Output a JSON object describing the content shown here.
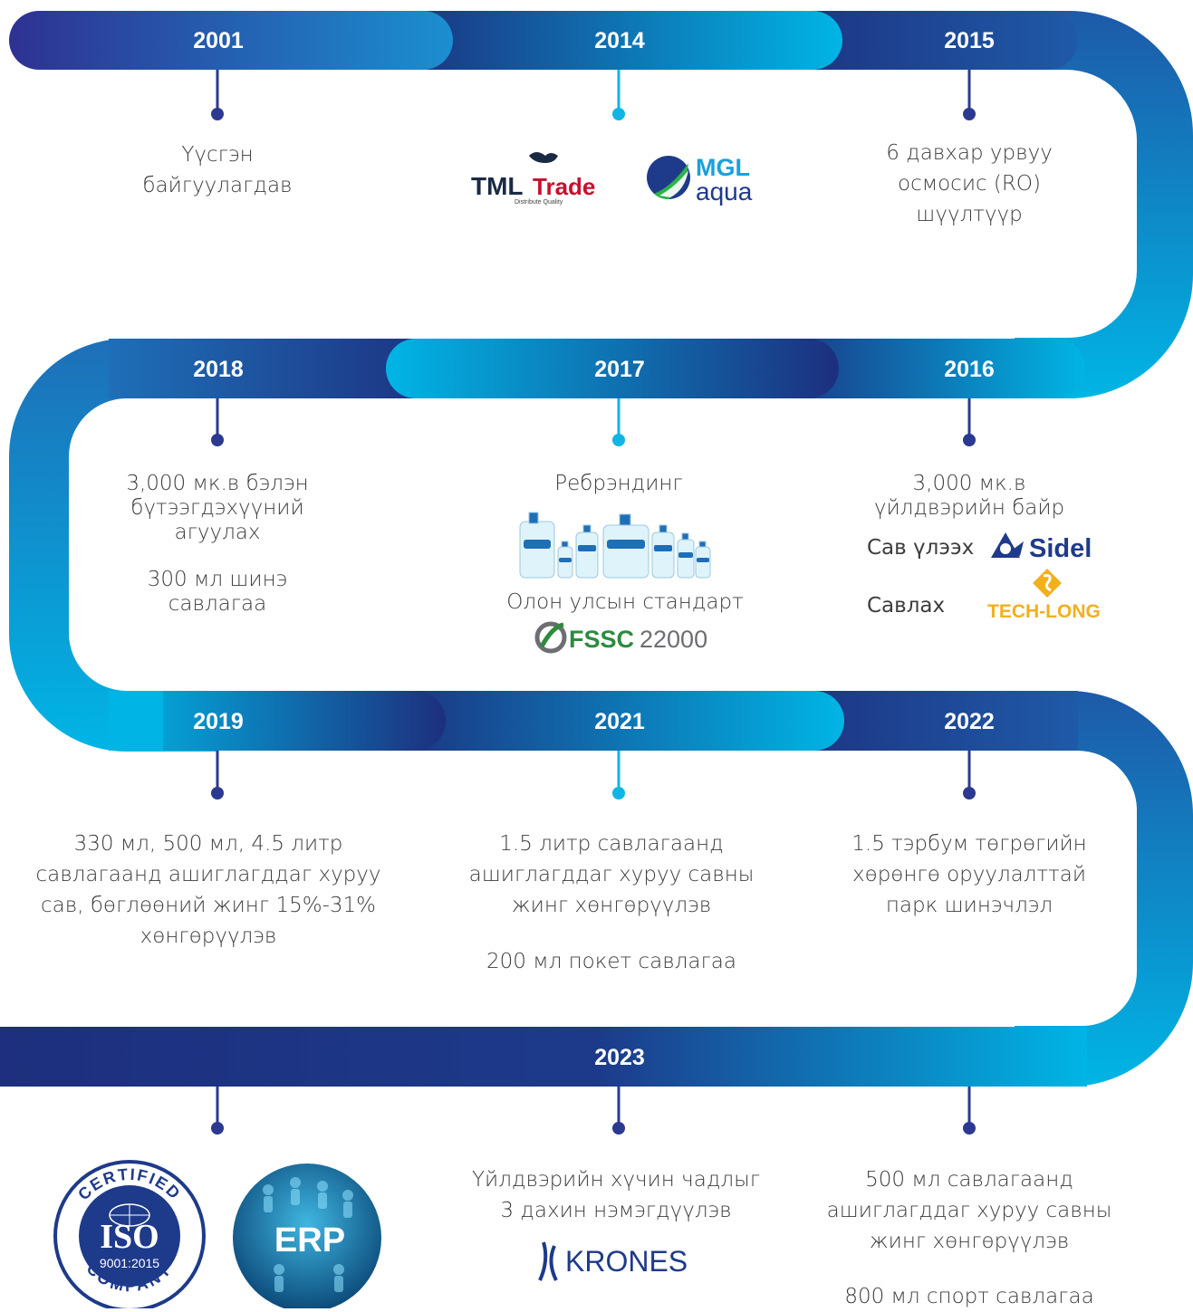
{
  "colors": {
    "dark": "#1e3a8a",
    "mid": "#1565c0",
    "light": "#00b3e3",
    "purple": "#2b3990",
    "text": "#3d3d3d",
    "dot_dark": "#2b3990",
    "dot_light": "#11b5e4"
  },
  "years": [
    "2001",
    "2014",
    "2015",
    "2018",
    "2017",
    "2016",
    "2019",
    "2021",
    "2022",
    "2023"
  ],
  "m2001": {
    "text": [
      "Үүсгэн",
      "байгуулагдав"
    ]
  },
  "m2014": {
    "logos": [
      "TML Trade",
      "MGL aqua"
    ],
    "tml_sub": "Distribute Quality",
    "tml_a": "TML",
    "tml_b": "Trade",
    "mgl_a": "MGL",
    "mgl_b": "aqua"
  },
  "m2015": {
    "text": [
      "6 давхар урвуу",
      "осмосис (RO)",
      "шүүлтүүр"
    ]
  },
  "m2018": {
    "text1": [
      "3,000 мк.в бэлэн",
      "бүтээгдэхүүний",
      "агуулах"
    ],
    "text2": [
      "300 мл шинэ",
      "савлагаа"
    ]
  },
  "m2017": {
    "text1": "Ребрэндинг",
    "text2": "Олон улсын стандарт",
    "fssc_a": "FSSC",
    "fssc_b": "22000"
  },
  "m2016": {
    "text1": [
      "3,000 мк.в",
      "үйлдвэрийн байр"
    ],
    "label1": "Сав үлээх",
    "label2": "Савлах",
    "sidel": "Sidel",
    "techlong": "TECH-LONG"
  },
  "m2019": {
    "text": [
      "330 мл, 500 мл, 4.5 литр",
      "савлагаанд ашиглагддаг хуруу",
      "сав, бөглөөний жинг 15%-31%",
      "хөнгөрүүлэв"
    ]
  },
  "m2021": {
    "text1": [
      "1.5 литр савлагаанд",
      "ашиглагддаг хуруу савны",
      "жинг хөнгөрүүлэв"
    ],
    "text2": "200 мл покет савлагаа"
  },
  "m2022": {
    "text": [
      "1.5 тэрбум төгрөгийн",
      "хөрөнгө оруулалттай",
      "парк шинэчлэл"
    ]
  },
  "m2023a": {
    "iso_top": "CERTIFIED",
    "iso_main": "ISO",
    "iso_num": "9001:2015",
    "iso_bottom": "COMPANY",
    "erp": "ERP"
  },
  "m2023b": {
    "text": [
      "Үйлдвэрийн хүчин чадлыг",
      "3 дахин нэмэгдүүлэв"
    ],
    "krones": "KRONES"
  },
  "m2023c": {
    "text1": [
      "500 мл савлагаанд",
      "ашиглагддаг хуруу савны",
      "жинг хөнгөрүүлэв"
    ],
    "text2": "800 мл спорт савлагаа"
  }
}
